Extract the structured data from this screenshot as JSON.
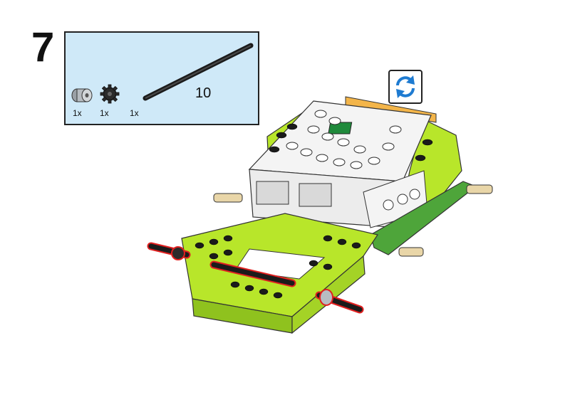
{
  "step": {
    "number": "7"
  },
  "parts_list": {
    "items": [
      {
        "part": "bushing",
        "icon": "bushing-icon",
        "quantity": "1x"
      },
      {
        "part": "gear",
        "icon": "gear-icon",
        "quantity": "1x"
      },
      {
        "part": "axle",
        "icon": "axle-icon",
        "quantity": "1x",
        "length": "10"
      }
    ]
  },
  "colors": {
    "lime": "#b8e62a",
    "green": "#6fbf3a",
    "white": "#f4f4f4",
    "black": "#1b1b1b",
    "tan": "#e9d6a8",
    "panel": "#cfe9f8"
  },
  "rotate": {
    "icon": "rotate-arrows-icon"
  }
}
